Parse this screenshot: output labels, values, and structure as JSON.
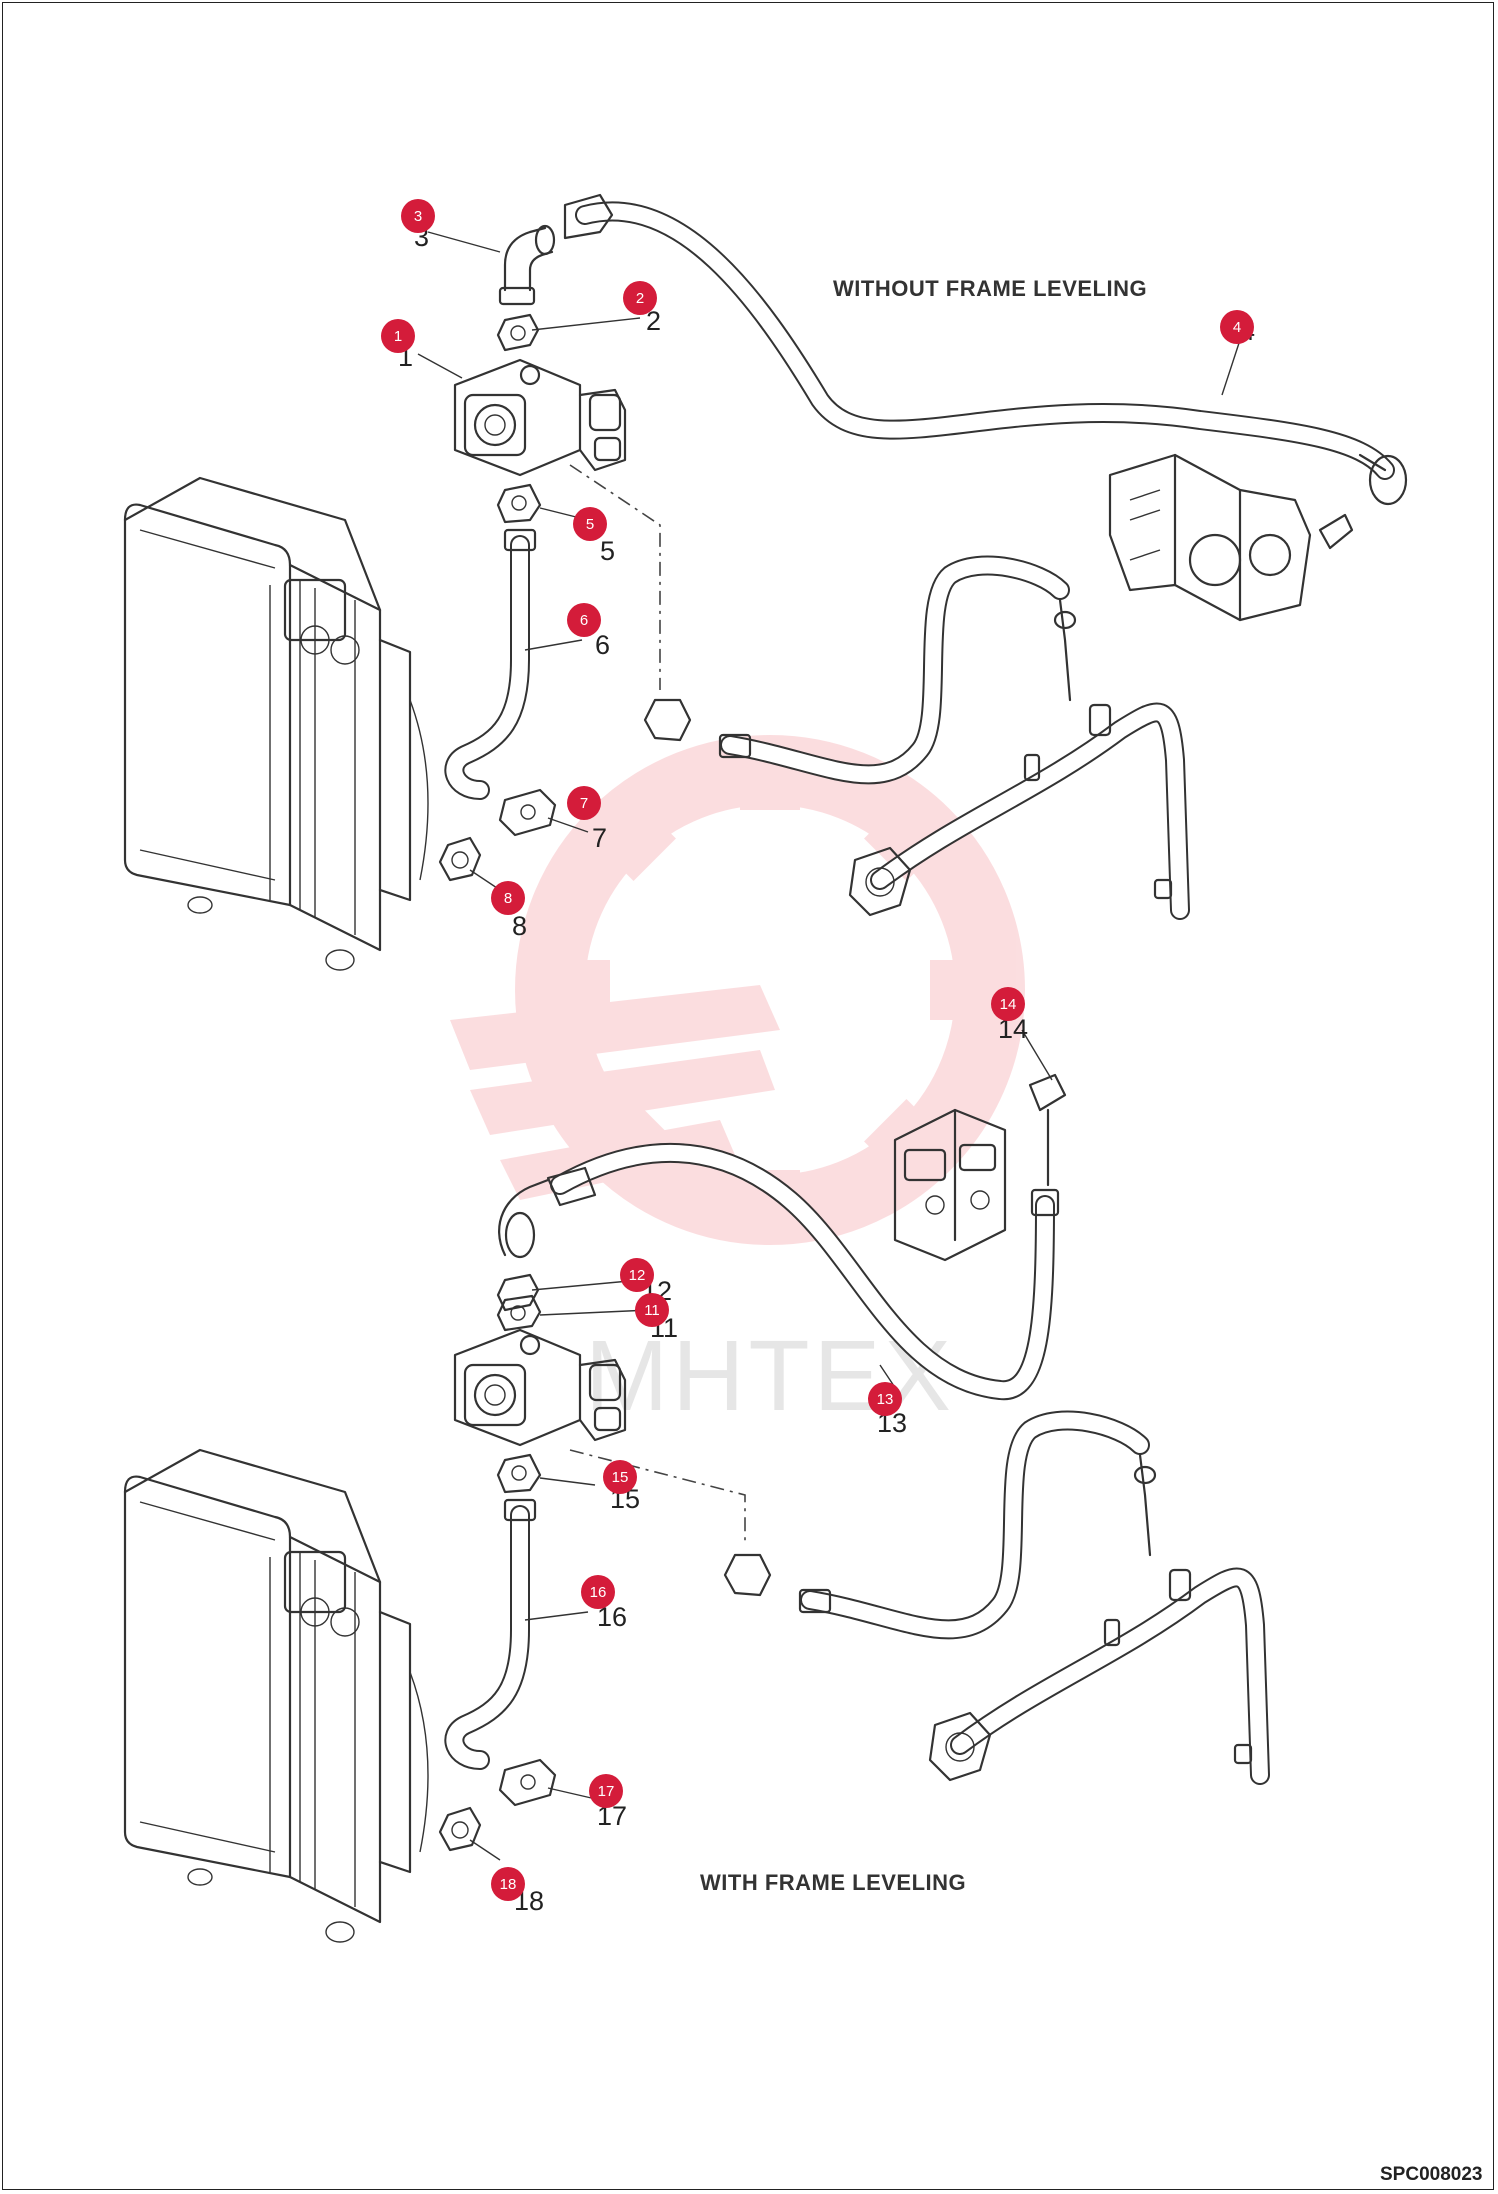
{
  "labels": {
    "without": "WITHOUT  FRAME LEVELING",
    "with": "WITH  FRAME LEVELING",
    "code": "SPC008023",
    "watermark": "MHTEX"
  },
  "colors": {
    "callout": "#d41c3a",
    "watermark_gear": "#e8323f",
    "lines": "#333333"
  },
  "callouts": [
    {
      "id": "1",
      "n": "1"
    },
    {
      "id": "2",
      "n": "2"
    },
    {
      "id": "3",
      "n": "3"
    },
    {
      "id": "4",
      "n": "4"
    },
    {
      "id": "5",
      "n": "5"
    },
    {
      "id": "6",
      "n": "6"
    },
    {
      "id": "7",
      "n": "7"
    },
    {
      "id": "8",
      "n": "8"
    },
    {
      "id": "11",
      "n": "11"
    },
    {
      "id": "12",
      "n": "12"
    },
    {
      "id": "13",
      "n": "13"
    },
    {
      "id": "14",
      "n": "14"
    },
    {
      "id": "15",
      "n": "15"
    },
    {
      "id": "16",
      "n": "16"
    },
    {
      "id": "17",
      "n": "17"
    },
    {
      "id": "18",
      "n": "18"
    }
  ]
}
